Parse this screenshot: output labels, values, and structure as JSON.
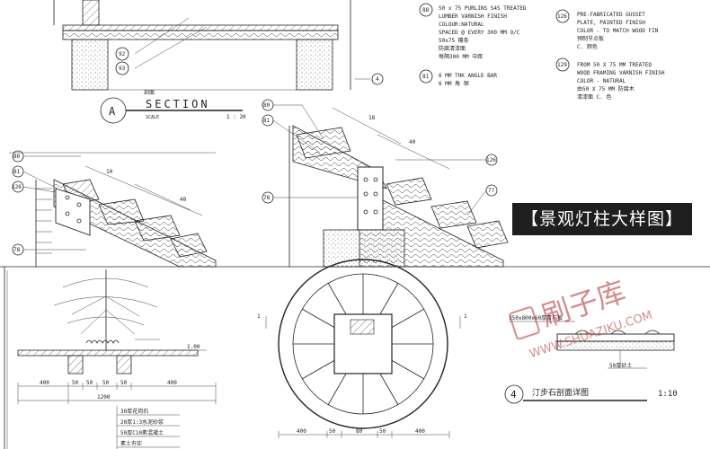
{
  "badge": {
    "text": "【景观灯柱大样图】"
  },
  "section": {
    "marker": "A",
    "chinese": "剖面",
    "title": "SECTION",
    "scale_label": "SCALE",
    "scale_value": "1 : 20"
  },
  "notes_left": [
    {
      "tag": "88",
      "lines": [
        "50 x 75 PURLINS S4S TREATED",
        "LUMBER VARNISH FINISH",
        "COLOUR:NATURAL",
        "SPACED @ EVERY 300 MM O/C",
        "50x75 檩条",
        "防腐清漆面",
        "每隔300 MM 中距"
      ]
    },
    {
      "tag": "81",
      "lines": [
        "6 MM THK ANGLE BAR",
        "6 MM 角 钢"
      ]
    }
  ],
  "notes_right": [
    {
      "tag": "126",
      "lines": [
        "PRE-FABRICATED GUSSET",
        "PLATE, PAINTED FINISH",
        "COLOR - TO MATCH WOOD FIN",
        "预制节点板",
        "C. 颜色"
      ]
    },
    {
      "tag": "129",
      "lines": [
        "FROM 50 X 75 MM TREATED",
        "WOOD FRAMING VARNISH FINISH",
        "COLOR - NATURAL",
        "由50 X 75 MM 防腐木",
        "清漆面 C. 色"
      ]
    }
  ],
  "callouts": [
    "92",
    "93",
    "80",
    "81",
    "126",
    "78",
    "77",
    "4"
  ],
  "dims": {
    "d1": "10",
    "d2": "40",
    "d3": "18",
    "d4": "40"
  },
  "footing": {
    "dims": [
      "400",
      "50",
      "50",
      "50",
      "50",
      "400"
    ],
    "total": "1200",
    "layers": [
      "30厚花岗石",
      "20厚1:3水泥砂浆",
      "50厚C10素混凝土",
      "素土夯实"
    ],
    "label_x": "1.00"
  },
  "plan": {
    "dims": [
      "400",
      "50",
      "80",
      "50",
      "400"
    ],
    "mark_left": "1",
    "mark_right": "1"
  },
  "detail4": {
    "label": "350x800x60厚青石板",
    "sub": "50厚砂土",
    "num": "4",
    "title": "汀步石剖面详图",
    "scale": "1:10"
  },
  "watermark": {
    "brand": "刷子库",
    "url": "WWW.SHUAZIKU.COM"
  },
  "colors": {
    "ink": "#222222",
    "badge_bg": "#1e1e1e",
    "watermark": "#b03030"
  }
}
